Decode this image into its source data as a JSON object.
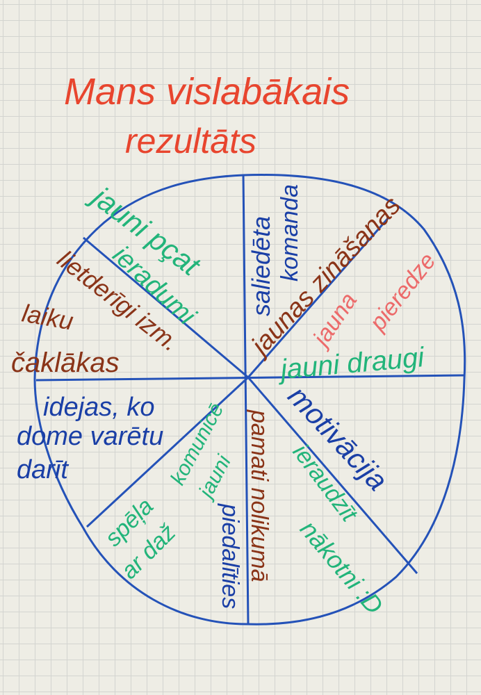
{
  "title": {
    "line1": "Mans vislabākais",
    "line2": "rezultāts"
  },
  "colors": {
    "title": "#e8452e",
    "blue": "#1a3fa6",
    "brown": "#8a3418",
    "green": "#22b47a",
    "pink": "#ec6a6a",
    "lines": "#2452b8"
  },
  "segments": {
    "top_left": {
      "line1": "jauni pçat",
      "line2": "ieradumi"
    },
    "left_upper": {
      "line1": "lietderīgi izm.",
      "line2": "laiku",
      "line3": "čaklākas"
    },
    "left_lower": {
      "line1": "idejas, ko",
      "line2": "dome varētu",
      "line3": "darīt"
    },
    "top": {
      "line1": "saliedēta",
      "line2": "komanda"
    },
    "top_right": {
      "line1": "jaunas zināšanas",
      "line2": "jauna",
      "line3": "pieredze"
    },
    "right": {
      "line1": "jauni draugi"
    },
    "bottom_right": {
      "line1": "motivācija",
      "line2": "ieraudzīt",
      "line3": "nākotni :D"
    },
    "bottom": {
      "line1": "pamati nolikumā",
      "line2": "piedalīties"
    },
    "bottom_left": {
      "line1": "komunicē",
      "line2": "jauni",
      "line3": "spēļa",
      "line4": "ar daž"
    }
  }
}
